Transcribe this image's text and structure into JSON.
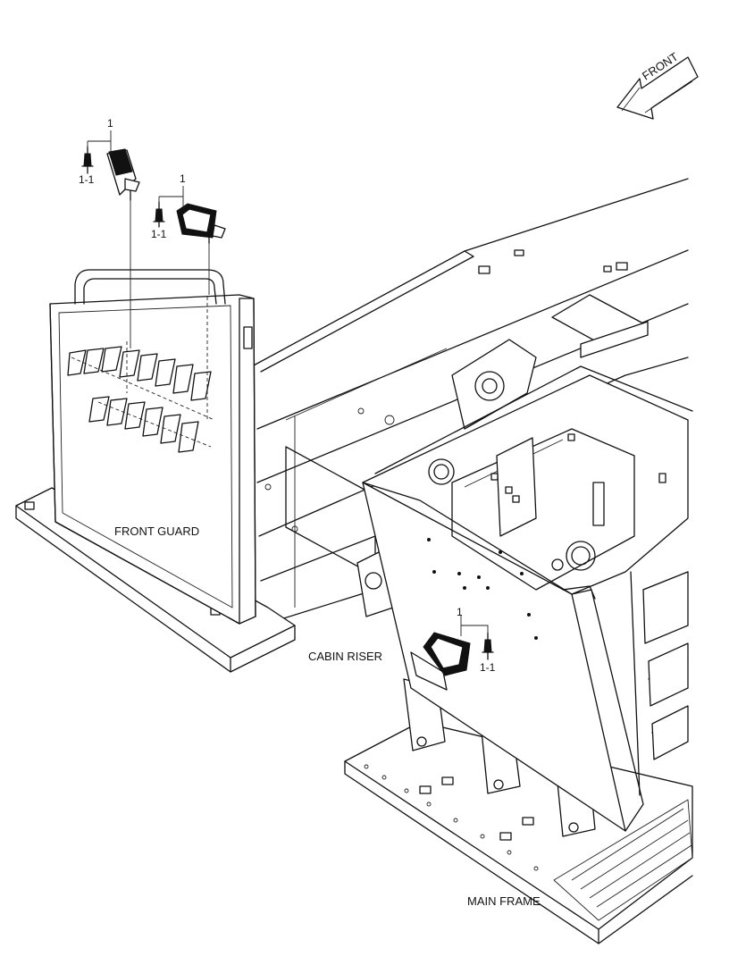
{
  "labels": {
    "front": "FRONT",
    "front_guard": "FRONT GUARD",
    "cabin_riser": "CABIN RISER",
    "main_frame": "MAIN FRAME"
  },
  "callouts": {
    "lamp": "1",
    "bulb": "1-1"
  }
}
